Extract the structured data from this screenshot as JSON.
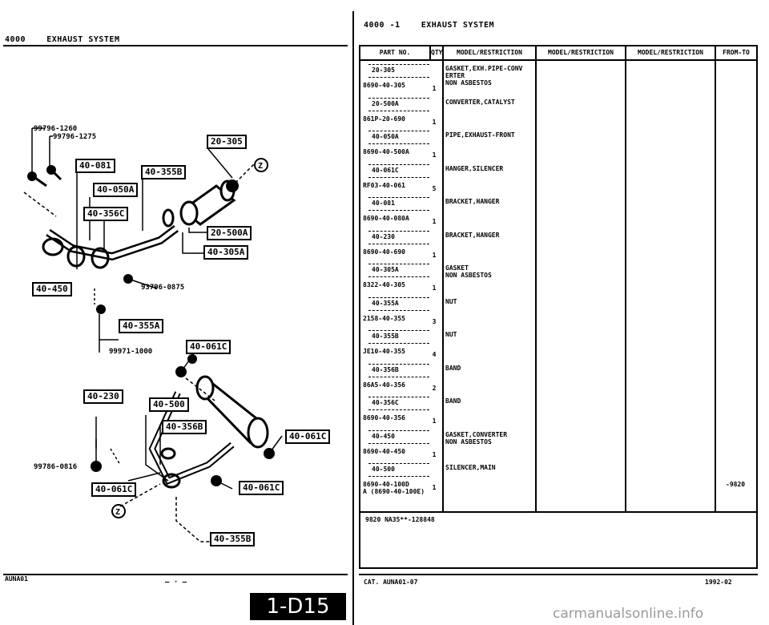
{
  "left_header": {
    "code": "4000",
    "title": "EXHAUST SYSTEM"
  },
  "right_header": {
    "code": "4000  -1",
    "title": "EXHAUST SYSTEM"
  },
  "table_headers": [
    "PART NO.",
    "QTY",
    "MODEL/RESTRICTION",
    "MODEL/RESTRICTION",
    "MODEL/RESTRICTION",
    "FROM-TO"
  ],
  "rows": [
    {
      "ref": "20-305",
      "part_no": "8690-40-305",
      "qty": "1",
      "desc": [
        "GASKET,EXH.PIPE-CONV",
        "ERTER",
        "NON ASBESTOS"
      ]
    },
    {
      "ref": "20-500A",
      "part_no": "861P-20-690",
      "qty": "1",
      "desc": [
        "CONVERTER,CATALYST"
      ]
    },
    {
      "ref": "40-050A",
      "part_no": "8690-40-500A",
      "qty": "1",
      "desc": [
        "PIPE,EXHAUST-FRONT"
      ]
    },
    {
      "ref": "40-061C",
      "part_no": "RF03-40-061",
      "qty": "5",
      "desc": [
        "HANGER,SILENCER"
      ]
    },
    {
      "ref": "40-081",
      "part_no": "8690-40-080A",
      "qty": "1",
      "desc": [
        "BRACKET,HANGER"
      ]
    },
    {
      "ref": "40-230",
      "part_no": "8690-40-690",
      "qty": "1",
      "desc": [
        "BRACKET,HANGER"
      ]
    },
    {
      "ref": "40-305A",
      "part_no": "8322-40-305",
      "qty": "1",
      "desc": [
        "GASKET",
        "NON ASBESTOS"
      ]
    },
    {
      "ref": "40-355A",
      "part_no": "2158-40-355",
      "qty": "3",
      "desc": [
        "NUT"
      ]
    },
    {
      "ref": "40-355B",
      "part_no": "JE10-40-355",
      "qty": "4",
      "desc": [
        "NUT"
      ]
    },
    {
      "ref": "40-356B",
      "part_no": "86A5-40-356",
      "qty": "2",
      "desc": [
        "BAND"
      ]
    },
    {
      "ref": "40-356C",
      "part_no": "8690-40-356",
      "qty": "1",
      "desc": [
        "BAND"
      ]
    },
    {
      "ref": "40-450",
      "part_no": "8690-40-450",
      "qty": "1",
      "desc": [
        "GASKET,CONVERTER",
        "NON ASBESTOS"
      ]
    },
    {
      "ref": "40-500",
      "part_no": "8690-40-100D",
      "part_no2": "A (8690-40-100E)",
      "qty": "1",
      "desc": [
        "SILENCER,MAIN"
      ],
      "from_to": "-9820"
    }
  ],
  "table_note": "9820 NA35**-128848",
  "diagram_labels": {
    "c1": "99796-1260",
    "c2": "99796-1275",
    "c3": "93796-0875",
    "c4": "99971-1000",
    "c5": "99786-0816",
    "t_20_305": "20-305",
    "t_40_081": "40-081",
    "t_40_355b_top": "40-355B",
    "t_40_050a": "40-050A",
    "t_40_356c": "40-356C",
    "t_20_500a": "20-500A",
    "t_40_305a": "40-305A",
    "t_40_450": "40-450",
    "t_40_355a": "40-355A",
    "t_40_061c_top": "40-061C",
    "t_40_230": "40-230",
    "t_40_500": "40-500",
    "t_40_356b": "40-356B",
    "t_40_061c_right": "40-061C",
    "t_40_061c_left": "40-061C",
    "t_40_061c_bottom": "40-061C",
    "t_40_355b_bottom": "40-355B",
    "z1": "Z",
    "z2": "Z"
  },
  "footer": {
    "left_code": "AUNA01",
    "catalog": "CAT. AUNA01-07",
    "date": "1992-02",
    "page": "1-D15",
    "watermark": "carmanualsonline.info"
  }
}
